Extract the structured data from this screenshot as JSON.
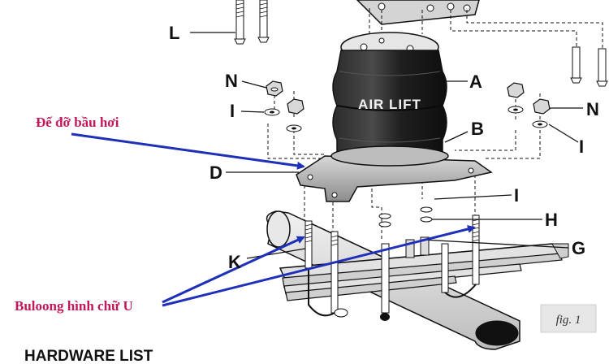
{
  "labels": {
    "A": "A",
    "B": "B",
    "D": "D",
    "G": "G",
    "H": "H",
    "I_left": "I",
    "I_right": "I",
    "I_lower": "I",
    "K": "K",
    "L": "L",
    "N_left": "N",
    "N_right": "N"
  },
  "bellow_text": "AIR LIFT",
  "annotations": {
    "bracket_note": "Đế đỡ bầu hơi",
    "ubolt_note": "Buloong hình chữ U"
  },
  "figure_tag": "fig. 1",
  "hardware_title": "HARDWARE LIST",
  "colors": {
    "annotation_text": "#c2185b",
    "arrow": "#1e2fb8",
    "line_art": "#111111",
    "bellow": "#1b1b1b",
    "figure_box": "#e6e6e6"
  }
}
